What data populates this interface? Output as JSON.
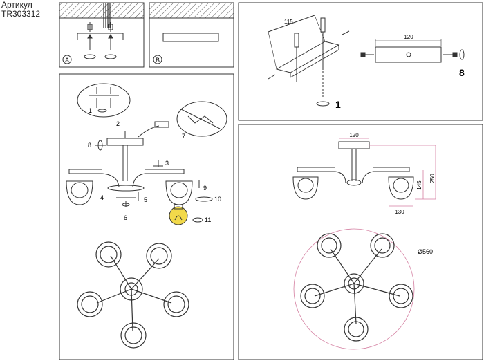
{
  "header": {
    "title": "Артикул",
    "code": "TR303312"
  },
  "panels": {
    "a_label": "A",
    "b_label": "B"
  },
  "mount": {
    "bar_width": "115",
    "plate_width": "120",
    "step_1": "1",
    "step_8": "8"
  },
  "assembly": {
    "steps": [
      "1",
      "2",
      "3",
      "4",
      "5",
      "6",
      "7",
      "8",
      "9",
      "10",
      "11"
    ]
  },
  "dimensions": {
    "top_width": "120",
    "height_total": "250",
    "height_shade": "145",
    "shade_width": "130",
    "diameter": "Ø560"
  },
  "colors": {
    "line": "#333333",
    "dim": "#d47ea0",
    "bulb": "#f2d94a"
  }
}
